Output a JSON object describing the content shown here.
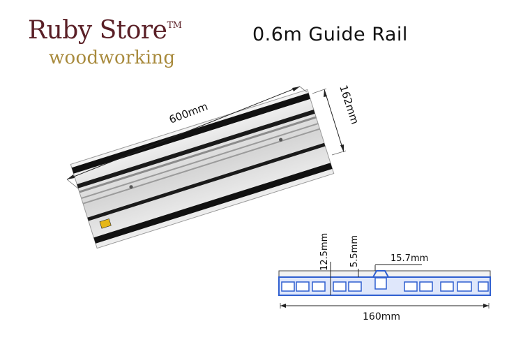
{
  "brand": {
    "name": "Ruby Store",
    "trademark": "TM",
    "subtitle": "woodworking",
    "name_color": "#5a1f26",
    "subtitle_color": "#a88a3c"
  },
  "title": "0.6m Guide Rail",
  "rail": {
    "length_label": "600mm",
    "width_label": "162mm",
    "badge_icon": "logo-badge-icon"
  },
  "profile": {
    "height_label": "12.5mm",
    "step_label": "5.5mm",
    "ridge_label": "15.7mm",
    "width_label": "160mm",
    "accent_color": "#2f5fd0"
  }
}
